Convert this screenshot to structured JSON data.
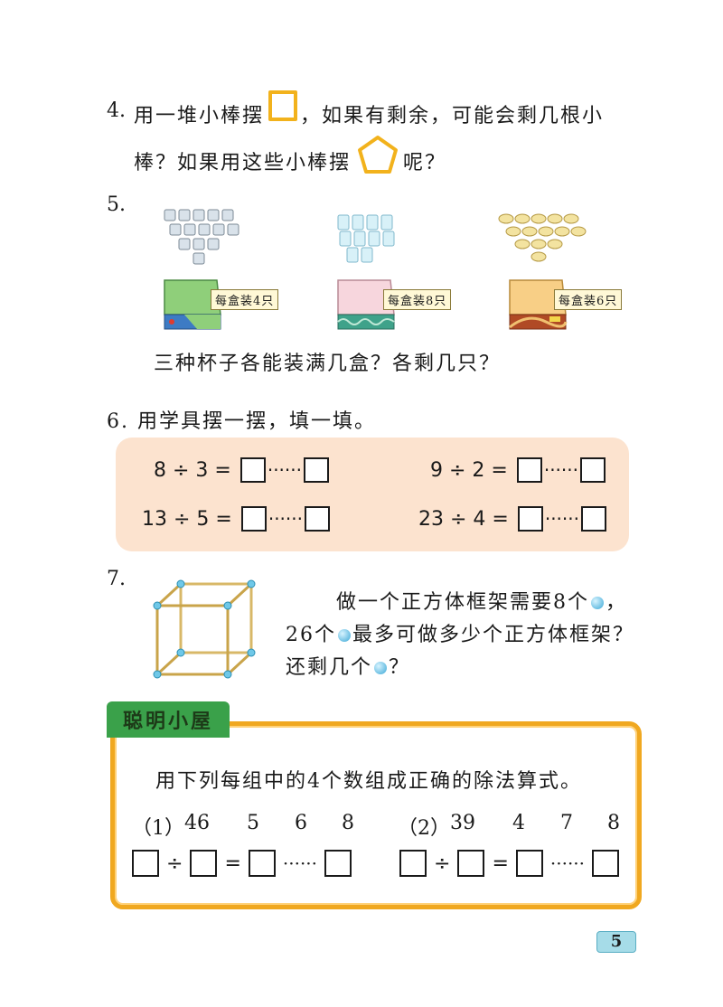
{
  "q4": {
    "number": "4.",
    "line1_a": "用一堆小棒摆",
    "line1_b": "，如果有剩余，可能会剩几根小",
    "line2_a": "棒？如果用这些小棒摆",
    "line2_b": "呢？"
  },
  "q5": {
    "number": "5.",
    "boxes": [
      {
        "label": "每盒装4只",
        "color": "#8fcf7a"
      },
      {
        "label": "每盒装8只",
        "color": "#f7c9d3"
      },
      {
        "label": "每盒装6只",
        "color": "#f5c98a"
      }
    ],
    "question": "三种杯子各能装满几盒？各剩几只？"
  },
  "q6": {
    "title": "6. 用学具摆一摆，填一填。",
    "equations": [
      {
        "expr": "8 ÷ 3 =",
        "dots": "······"
      },
      {
        "expr": "9 ÷ 2 =",
        "dots": "······"
      },
      {
        "expr": "13 ÷ 5 =",
        "dots": "······"
      },
      {
        "expr": "23 ÷ 4 =",
        "dots": "······"
      }
    ]
  },
  "q7": {
    "number": "7.",
    "line1_a": "做一个正方体框架需要8个",
    "line1_b": "，",
    "line2_a": "26个",
    "line2_b": "最多可做多少个正方体框架？",
    "line3_a": "还剩几个",
    "line3_b": "？"
  },
  "smart_house": {
    "tab": "聪明小屋",
    "instruction": "用下列每组中的4个数组成正确的除法算式。",
    "group1": {
      "label": "（1）",
      "numbers": [
        "46",
        "5",
        "6",
        "8"
      ]
    },
    "group2": {
      "label": "（2）",
      "numbers": [
        "39",
        "4",
        "7",
        "8"
      ]
    },
    "div": "÷",
    "eq": "=",
    "dots": "······"
  },
  "page_number": "5"
}
